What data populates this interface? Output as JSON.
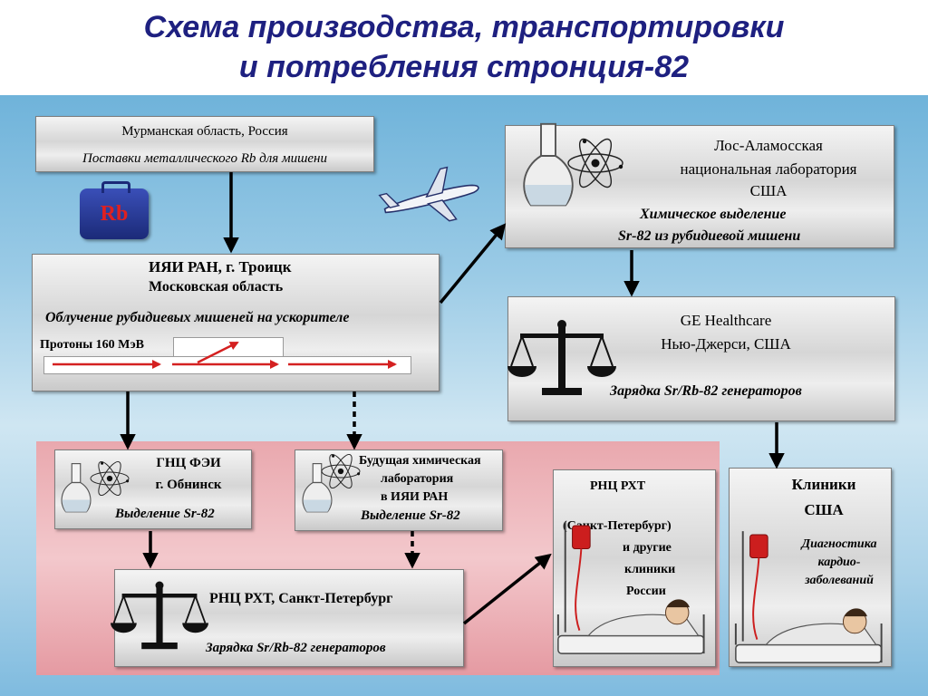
{
  "title": {
    "line1": "Схема производства, транспортировки",
    "line2": "и потребления стронция-82"
  },
  "murmansk": {
    "line1": "Мурманская область, Россия",
    "line2": "Поставки металлического Rb для мишени"
  },
  "rb_case": {
    "label": "Rb"
  },
  "inr": {
    "line1": "ИЯИ РАН, г. Троицк",
    "line2": "Московская область",
    "line3": "Облучение рубидиевых мишеней на ускорителе",
    "protons": "Протоны 160 МэВ"
  },
  "losalamos": {
    "line1": "Лос-Аламосская",
    "line2": "национальная лаборатория",
    "line3": "США",
    "line4": "Химическое выделение",
    "line5": "Sr-82 из рубидиевой мишени"
  },
  "ge": {
    "line1": "GE Healthcare",
    "line2": "Нью-Джерси, США",
    "line3": "Зарядка Sr/Rb-82 генераторов"
  },
  "obninsk": {
    "line1": "ГНЦ ФЭИ",
    "line2": "г. Обнинск",
    "line3": "Выделение Sr-82"
  },
  "futurelab": {
    "line1": "Будущая химическая",
    "line2": "лаборатория",
    "line3": "в ИЯИ РАН",
    "line4": "Выделение Sr-82"
  },
  "rnc_charge": {
    "line1": "РНЦ РХТ, Санкт-Петербург",
    "line2": "Зарядка Sr/Rb-82 генераторов"
  },
  "rnc_clinic": {
    "line1": "РНЦ РХТ",
    "line2": "(Санкт-Петербург)",
    "line3": "и другие",
    "line4": "клиники",
    "line5": "России"
  },
  "us_clinics": {
    "line1": "Клиники",
    "line2": "США",
    "line3": "Диагностика",
    "line4": "кардио-",
    "line5": "заболеваний"
  },
  "colors": {
    "title": "#1e2080",
    "arrow": "#000000",
    "beam": "#d42020",
    "pink_zone": "#f0b8be",
    "sky": "#9bcbe6"
  },
  "icons": [
    "flask-icon",
    "atom-icon",
    "scales-icon",
    "airplane-icon",
    "patient-bed-icon",
    "iv-drip-icon",
    "suitcase-icon"
  ]
}
